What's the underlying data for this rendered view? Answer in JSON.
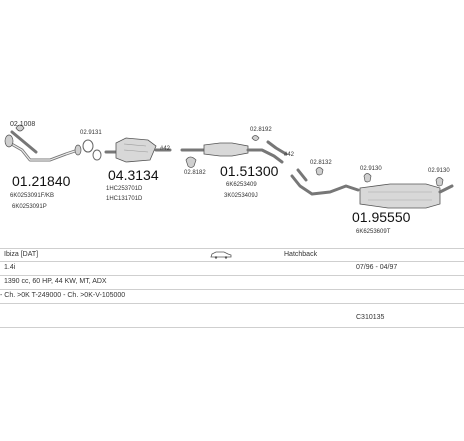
{
  "parts": {
    "clamp_left": "02.1008",
    "front_pipe_code": "01.21840",
    "front_pipe_oe1": "6K0253091F/KB",
    "front_pipe_oe2": "6K0253091P",
    "gasket_1": "02.9131",
    "catalyst_code": "04.3134",
    "catalyst_oe1": "1HC253701D",
    "catalyst_oe2": "1HC131701D",
    "mark_42_a": "#42",
    "clamp_2": "02.8182",
    "middle_code": "01.51300",
    "middle_oe1": "6K6253409",
    "middle_oe2": "3K0253409J",
    "clamp_3": "02.8192",
    "mark_42_b": "#42",
    "clamp_4": "02.8132",
    "clamp_5": "02.9130",
    "rear_code": "01.95550",
    "rear_oe": "6K6253609T",
    "clamp_right": "02.9130"
  },
  "info": {
    "model": "Ibiza [DAT]",
    "body": "Hatchback",
    "engine": "1.4i",
    "years": "07/96 - 04/97",
    "engine_detail": "1390 cc, 60 HP, 44 KW, MT, ADX",
    "chassis": "- Ch. >0K T-249000 - Ch. >0K-V-105000",
    "code": "C310135"
  }
}
